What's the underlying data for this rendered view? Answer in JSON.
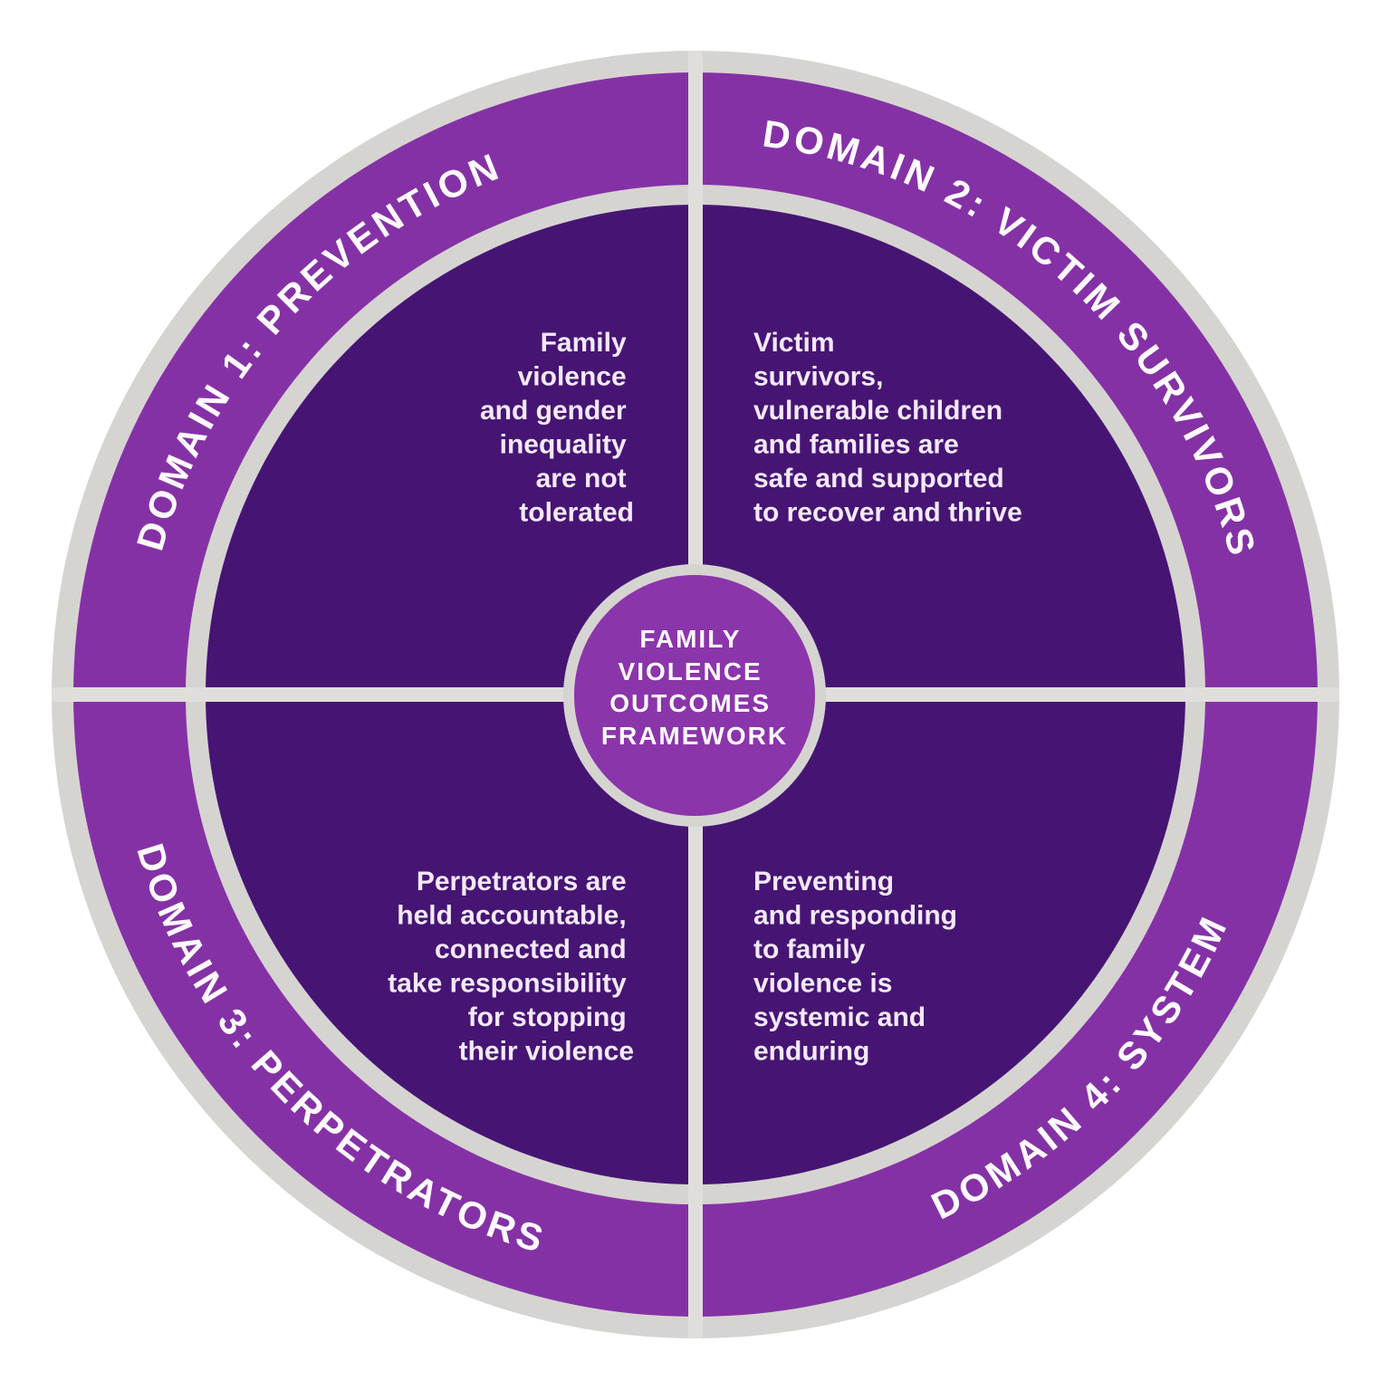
{
  "diagram": {
    "center": {
      "lines": [
        "FAMILY",
        "VIOLENCE",
        "OUTCOMES",
        "FRAMEWORK"
      ]
    },
    "domains": [
      {
        "position": "top-left",
        "label": "DOMAIN 1: PREVENTION",
        "outcome_lines": [
          "Family",
          "violence",
          "and gender",
          "inequality",
          "are not",
          "tolerated"
        ]
      },
      {
        "position": "top-right",
        "label": "DOMAIN 2: VICTIM SURVIVORS",
        "outcome_lines": [
          "Victim",
          "survivors,",
          "vulnerable children",
          "and families are",
          "safe and supported",
          "to recover and thrive"
        ]
      },
      {
        "position": "bottom-left",
        "label": "DOMAIN 3: PERPETRATORS",
        "outcome_lines": [
          "Perpetrators are",
          "held accountable,",
          "connected and",
          "take responsibility",
          "for stopping",
          "their violence"
        ]
      },
      {
        "position": "bottom-right",
        "label": "DOMAIN 4: SYSTEM",
        "outcome_lines": [
          "Preventing",
          "and responding",
          "to family",
          "violence is",
          "systemic and",
          "enduring"
        ]
      }
    ],
    "colors": {
      "background": "#ffffff",
      "border_gray": "#d6d4d1",
      "divider_gray": "#e0dedb",
      "domain_ring_purple": "#8531a6",
      "quadrant_purple": "#461573",
      "center_circle_purple": "#8b35aa",
      "label_text": "#fdfaff",
      "outcome_text": "#f2e9f7"
    }
  }
}
